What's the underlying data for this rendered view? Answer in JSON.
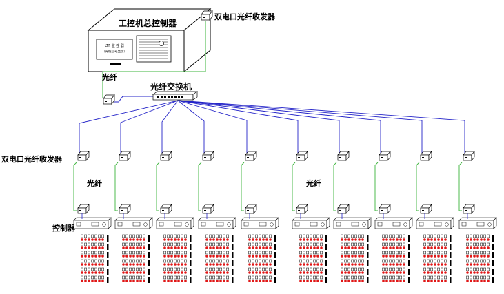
{
  "diagram": {
    "master_controller_label": "工控机总控制器",
    "monitor_small_text_1": "LTF 监 控 器",
    "monitor_small_text_2": "（光缆信号显示）",
    "transceiver_top_label": "双电口光纤收发器",
    "fiber_label_top": "光纤",
    "switch_label": "光纤交换机",
    "transceiver_left_label": "双电口光纤收发器",
    "fiber_label_left": "光纤",
    "fiber_label_mid": "光纤",
    "controller_label": "控制器",
    "branch_count": 10,
    "colors": {
      "fiber_blue": "#2424c8",
      "link_green": "#3cb43c",
      "led_red": "#e01818",
      "device_line": "#000000"
    },
    "icons": [
      "industrial-pc-icon",
      "transceiver-icon",
      "switch-icon",
      "controller-icon",
      "led-array-icon"
    ]
  }
}
